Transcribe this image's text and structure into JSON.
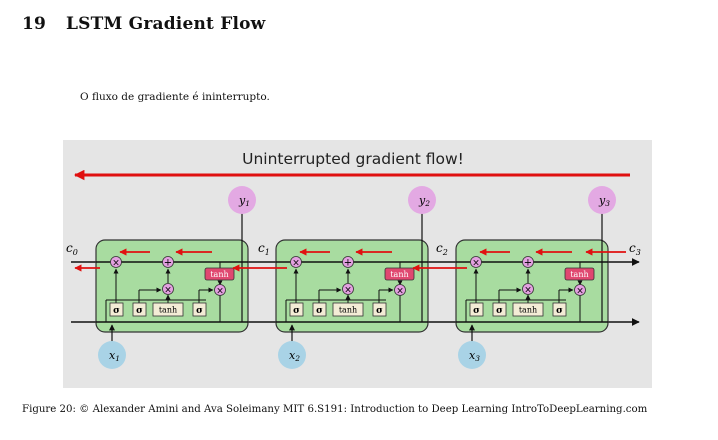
{
  "section": {
    "number": "19",
    "title": "LSTM Gradient Flow"
  },
  "body_text": "O fluxo de gradiente é ininterrupto.",
  "figure": {
    "banner": "Uninterrupted gradient flow!",
    "cell_states": [
      "c",
      "c",
      "c",
      "c"
    ],
    "cell_state_subs": [
      "0",
      "1",
      "2",
      "3"
    ],
    "outputs": [
      "y",
      "y",
      "y"
    ],
    "output_subs": [
      "1",
      "2",
      "3"
    ],
    "inputs": [
      "x",
      "x",
      "x"
    ],
    "input_subs": [
      "1",
      "2",
      "3"
    ],
    "gate_sigma": "σ",
    "gate_tanh": "tanh",
    "op_times": "×",
    "op_plus": "+",
    "colors": {
      "cell": "#a8dca0",
      "arrow_red": "#e01010",
      "output_node": "#e3a9e3",
      "input_node": "#a9d3e6",
      "gate_box": "#f3ecd6",
      "tanh_box": "#e04870"
    }
  },
  "caption": "Figure 20: © Alexander Amini and Ava Soleimany MIT 6.S191: Introduction to Deep Learning IntroToDeepLearning.com"
}
